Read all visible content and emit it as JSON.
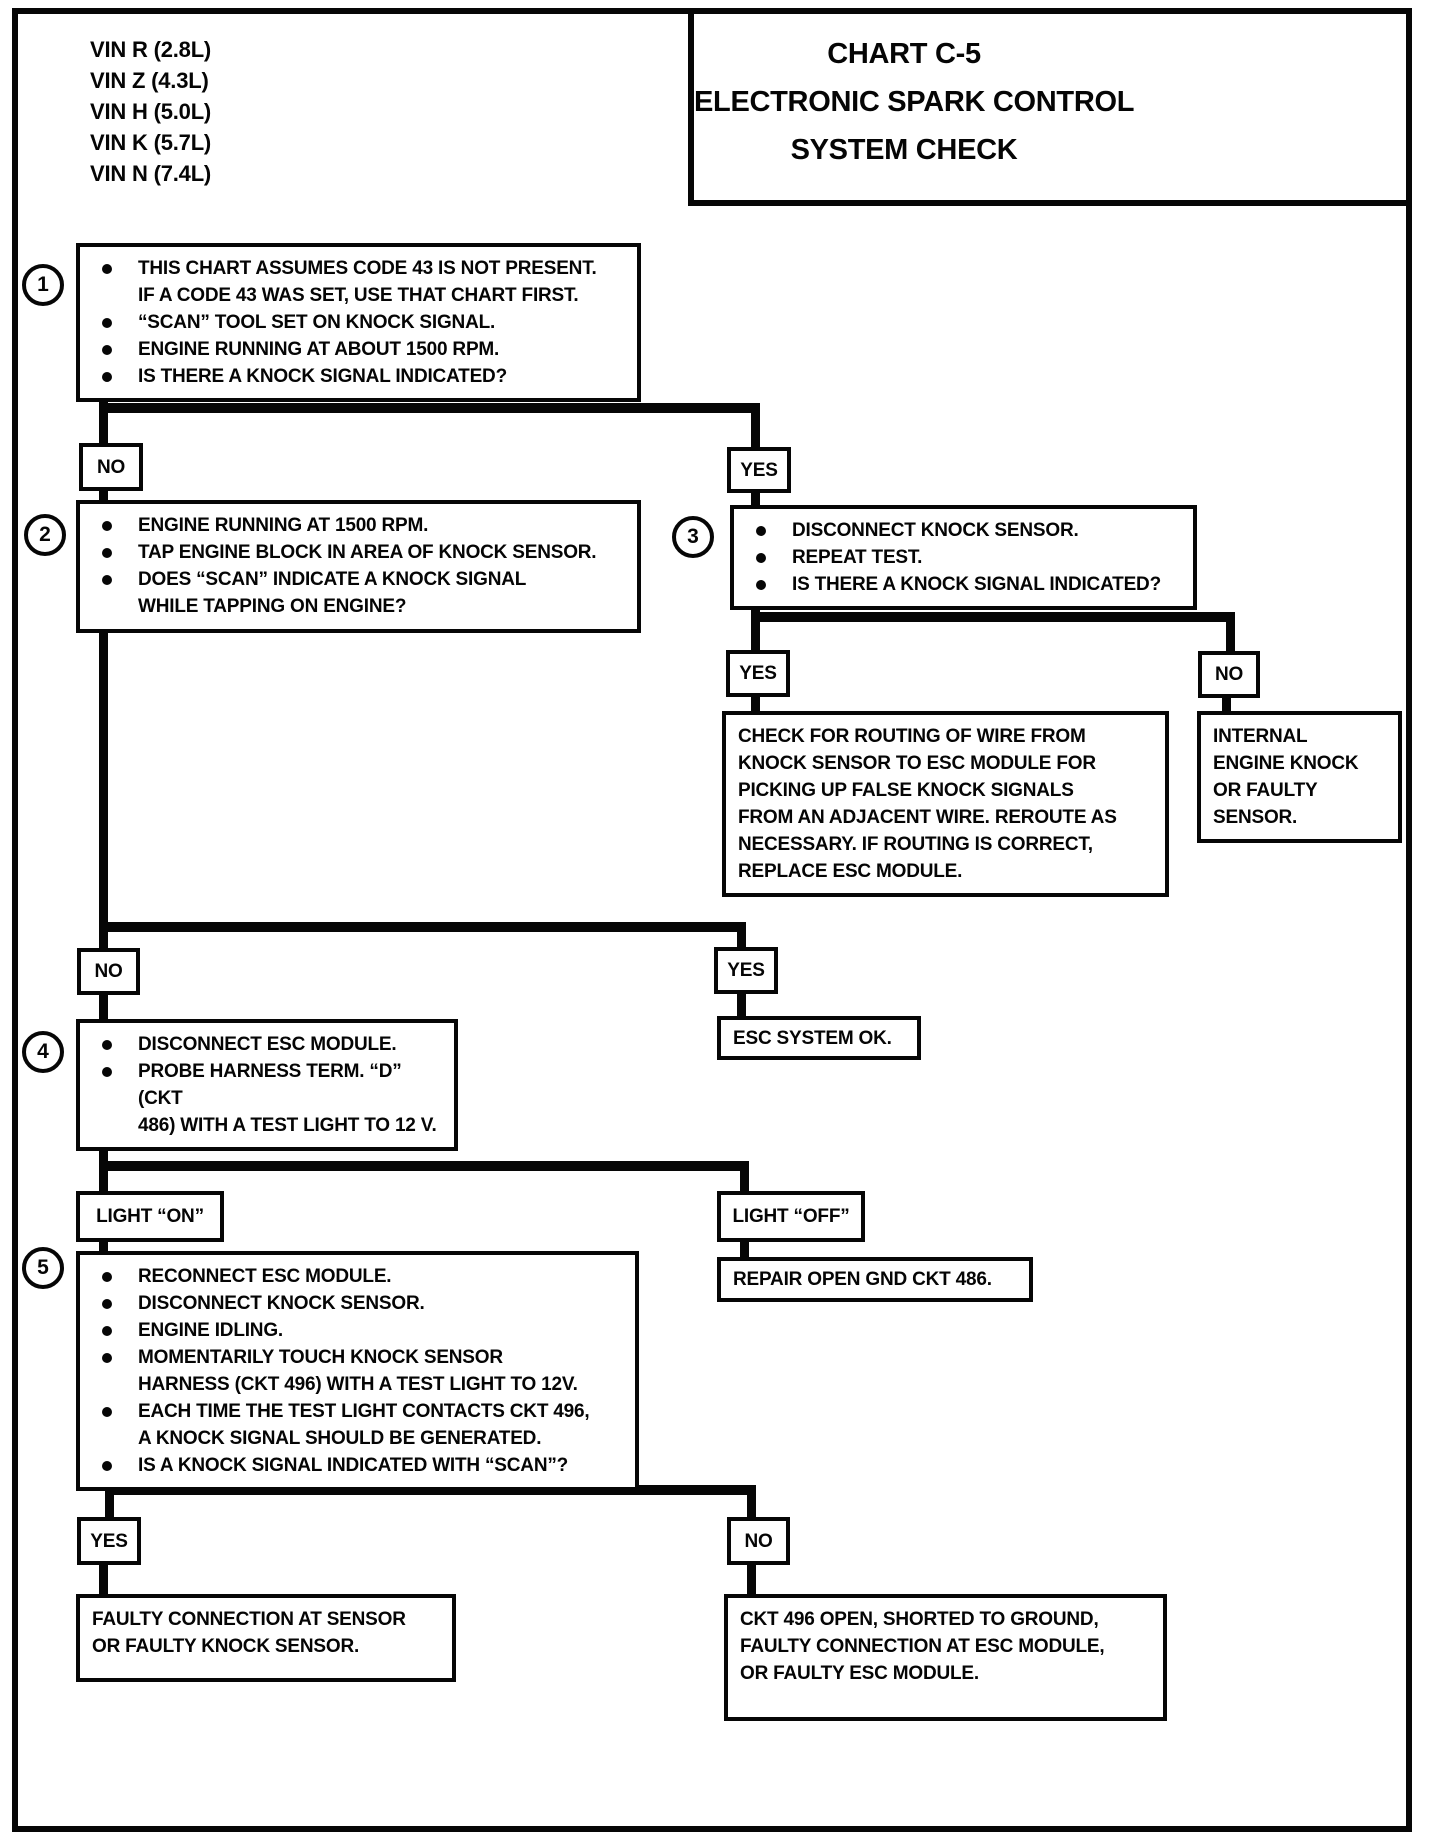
{
  "vin": [
    "VIN R (2.8L)",
    "VIN Z (4.3L)",
    "VIN H (5.0L)",
    "VIN K (5.7L)",
    "VIN N (7.4L)"
  ],
  "title": {
    "line1": "CHART C-5",
    "line2": "ELECTRONIC SPARK CONTROL",
    "line3": "SYSTEM CHECK"
  },
  "steps": {
    "s1": {
      "num": "1",
      "bullets": [
        "THIS CHART ASSUMES CODE 43 IS NOT PRESENT.\nIF A CODE 43 WAS SET, USE THAT CHART FIRST.",
        "“SCAN” TOOL SET ON KNOCK SIGNAL.",
        "ENGINE RUNNING AT ABOUT 1500 RPM.",
        "IS THERE A KNOCK SIGNAL INDICATED?"
      ]
    },
    "s2": {
      "num": "2",
      "bullets": [
        "ENGINE RUNNING AT 1500 RPM.",
        "TAP ENGINE BLOCK IN AREA OF KNOCK SENSOR.",
        "DOES “SCAN” INDICATE A KNOCK SIGNAL\nWHILE TAPPING ON ENGINE?"
      ]
    },
    "s3": {
      "num": "3",
      "bullets": [
        "DISCONNECT KNOCK SENSOR.",
        "REPEAT TEST.",
        "IS THERE A KNOCK SIGNAL INDICATED?"
      ]
    },
    "s4": {
      "num": "4",
      "bullets": [
        "DISCONNECT ESC MODULE.",
        "PROBE HARNESS TERM. “D” (CKT\n486) WITH A TEST LIGHT TO 12 V."
      ]
    },
    "s5": {
      "num": "5",
      "bullets": [
        "RECONNECT ESC MODULE.",
        "DISCONNECT KNOCK SENSOR.",
        "ENGINE IDLING.",
        "MOMENTARILY TOUCH KNOCK SENSOR\nHARNESS (CKT 496) WITH A TEST LIGHT TO 12V.",
        "EACH TIME THE TEST LIGHT CONTACTS CKT 496,\nA KNOCK SIGNAL SHOULD BE GENERATED.",
        "IS A KNOCK SIGNAL INDICATED WITH “SCAN”?"
      ]
    }
  },
  "labels": {
    "d1_no": "NO",
    "d1_yes": "YES",
    "d3_yes": "YES",
    "d3_no": "NO",
    "d2_no": "NO",
    "d2_yes": "YES",
    "d4_on": "LIGHT “ON”",
    "d4_off": "LIGHT “OFF”",
    "d5_yes": "YES",
    "d5_no": "NO"
  },
  "results": {
    "routing": "CHECK FOR ROUTING OF WIRE FROM\nKNOCK SENSOR TO ESC MODULE FOR\nPICKING UP FALSE KNOCK SIGNALS\nFROM AN ADJACENT WIRE.  REROUTE AS\nNECESSARY.  IF ROUTING IS CORRECT,\nREPLACE ESC MODULE.",
    "internal_knock": "INTERNAL\nENGINE KNOCK\nOR FAULTY\nSENSOR.",
    "esc_ok": "ESC SYSTEM OK.",
    "repair_gnd": "REPAIR OPEN GND CKT 486.",
    "faulty_sensor": "FAULTY CONNECTION AT SENSOR\nOR FAULTY KNOCK SENSOR.",
    "ckt_496": "CKT 496 OPEN, SHORTED TO GROUND,\nFAULTY CONNECTION AT ESC MODULE,\nOR FAULTY ESC MODULE."
  }
}
